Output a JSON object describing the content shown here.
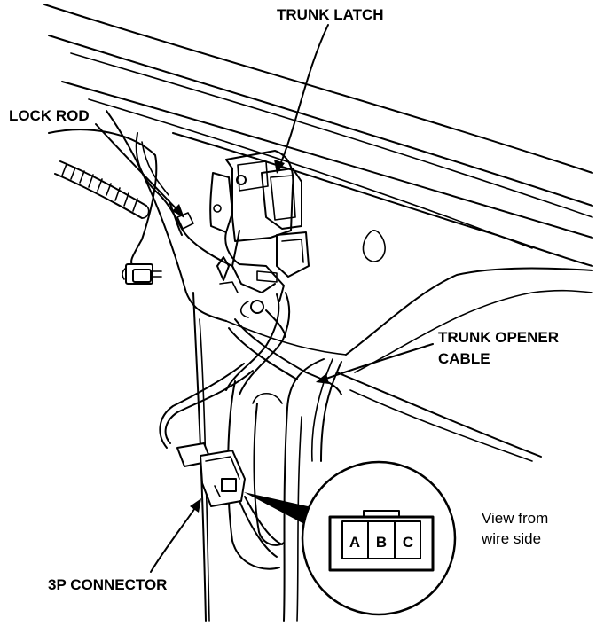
{
  "labels": {
    "trunk_latch": "TRUNK LATCH",
    "lock_rod": "LOCK ROD",
    "trunk_opener_line1": "TRUNK OPENER",
    "trunk_opener_line2": "CABLE",
    "connector": "3P CONNECTOR",
    "view_line1": "View from",
    "view_line2": "wire side"
  },
  "pins": [
    "A",
    "B",
    "C"
  ]
}
